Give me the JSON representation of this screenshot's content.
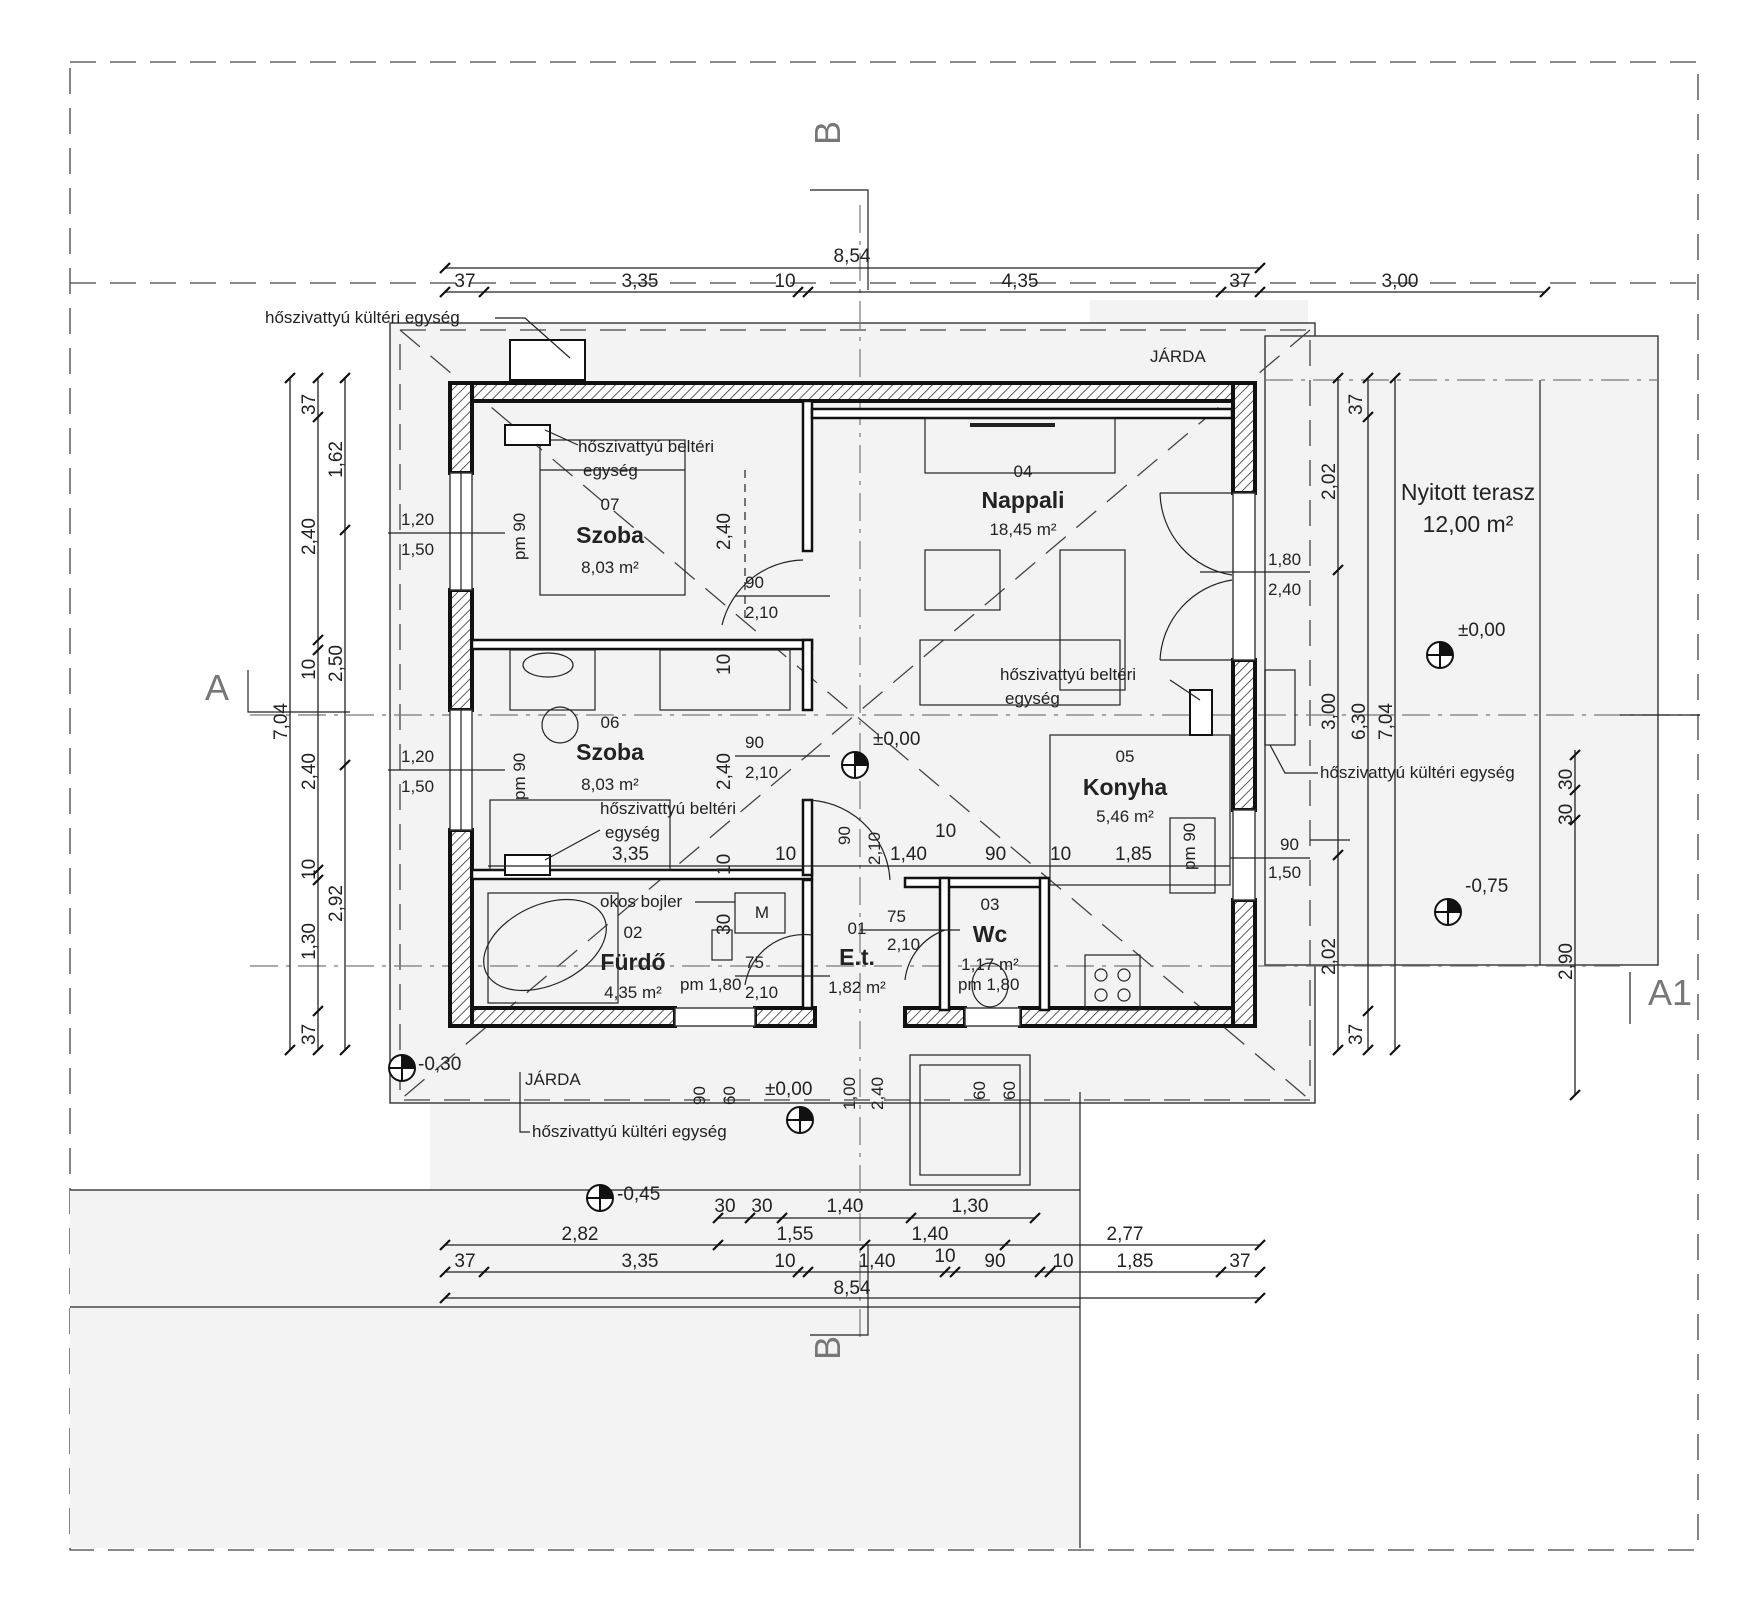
{
  "section_markers": {
    "top": "B",
    "bottom": "B",
    "left": "A",
    "right": "A1"
  },
  "dimensions": {
    "overall_top": "8,54",
    "top_chain": [
      "37",
      "3,35",
      "10",
      "4,35",
      "37",
      "3,00"
    ],
    "left_outer": "7,04",
    "left_inner_chain": [
      "37",
      "2,40",
      "10",
      "2,40",
      "10",
      "1,30",
      "37"
    ],
    "left_mid_chain": [
      "1,62",
      "2,50",
      "2,92"
    ],
    "right_chain": [
      "37",
      "2,02",
      "3,00",
      "2,02",
      "37"
    ],
    "right_outer": [
      "6,30",
      "7,04"
    ],
    "right_small": [
      "30",
      "30",
      "2,90"
    ],
    "bottom_chain_1": [
      "30",
      "30",
      "1,40",
      "1,30"
    ],
    "bottom_chain_2": [
      "2,82",
      "1,55",
      "1,40",
      "2,77"
    ],
    "bottom_chain_3": [
      "37",
      "3,35",
      "10",
      "1,40",
      "10",
      "90",
      "10",
      "1,85",
      "37"
    ],
    "overall_bottom": "8,54"
  },
  "rooms": [
    {
      "num": "07",
      "name": "Szoba",
      "area": "8,03 m²"
    },
    {
      "num": "06",
      "name": "Szoba",
      "area": "8,03 m²"
    },
    {
      "num": "04",
      "name": "Nappali",
      "area": "18,45 m²"
    },
    {
      "num": "05",
      "name": "Konyha",
      "area": "5,46 m²"
    },
    {
      "num": "02",
      "name": "Fürdő",
      "area": "4,35 m²"
    },
    {
      "num": "01",
      "name": "E.t.",
      "area": "1,82 m²"
    },
    {
      "num": "03",
      "name": "Wc",
      "area": "1,17 m²"
    }
  ],
  "terrace": {
    "name": "Nyitott terasz",
    "area": "12,00 m²"
  },
  "annotations": {
    "heat_pump_outdoor": "hőszivattyú kültéri egység",
    "heat_pump_indoor_1": "hőszivattyú beltéri",
    "heat_pump_indoor_2": "egység",
    "smart_boiler": "okos bojler",
    "sidewalk": "JÁRDA",
    "boiler_mark": "M"
  },
  "openings": {
    "win_w": "1,20",
    "win_h": "1,50",
    "pm": "pm 90",
    "pm_180": "pm 1,80",
    "door_90": "90",
    "door_75": "75",
    "door_h": "2,10",
    "terrace_door_w": "1,80",
    "terrace_door_h": "2,40",
    "kitchen_win_w": "90",
    "kitchen_win_h": "1,50",
    "wall_10": "10",
    "wall_90": "90",
    "wall_185": "1,85",
    "wall_335": "3,35",
    "wall_140": "1,40",
    "room_240": "2,40",
    "bottom_win_90": "90",
    "bottom_win_60": "60",
    "bottom_win_100": "1,00",
    "bottom_win_240": "2,40",
    "wc_win_60a": "60",
    "wc_win_60b": "60"
  },
  "levels": {
    "interior": "±0,00",
    "terrace": "±0,00",
    "entry": "±0,00",
    "lower": "-0,75",
    "sidewalk": "-0,30",
    "ground": "-0,45"
  }
}
